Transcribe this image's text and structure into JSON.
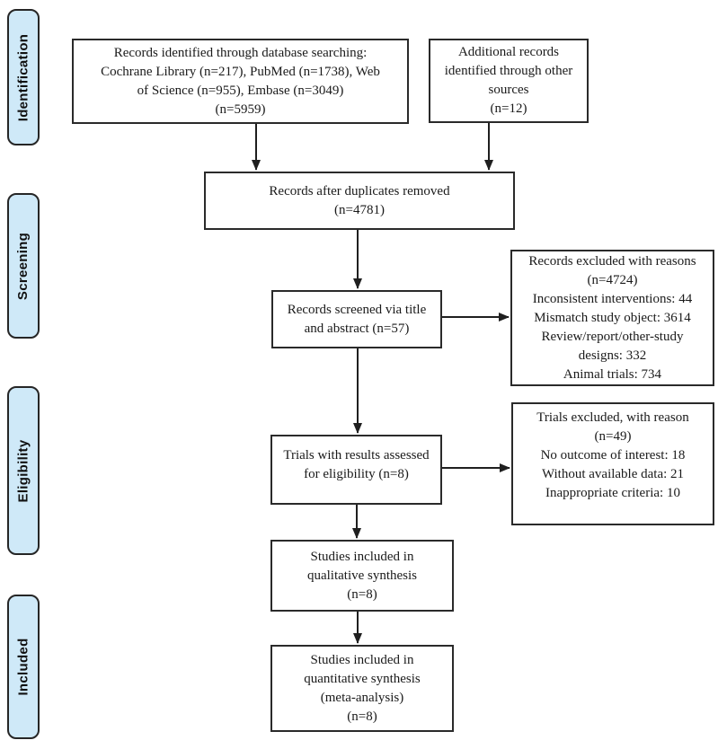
{
  "diagram_type": "PRISMA flow diagram",
  "colors": {
    "stage_label_fill": "#cfe9f8",
    "stage_label_border": "#262626",
    "box_border": "#2a2a2a",
    "arrow": "#1f1f1f",
    "text": "#1a1a1a"
  },
  "stages": {
    "identification": "Identification",
    "screening": "Screening",
    "eligibility": "Eligibility",
    "included": "Included"
  },
  "boxes": {
    "database_search": {
      "lines": [
        "Records identified through database searching:",
        "Cochrane Library (n=217), PubMed (n=1738), Web",
        "of Science (n=955), Embase (n=3049)",
        "(n=5959)"
      ]
    },
    "other_sources": {
      "lines": [
        "Additional records",
        "identified through other",
        "sources",
        "(n=12)"
      ]
    },
    "duplicates_removed": {
      "lines": [
        "Records after duplicates removed",
        "(n=4781)"
      ]
    },
    "records_screened": {
      "lines": [
        "Records screened via title",
        "and abstract (n=57)"
      ]
    },
    "records_excluded": {
      "lines": [
        "Records excluded with reasons",
        "(n=4724)",
        "Inconsistent interventions: 44",
        "Mismatch study object: 3614",
        "Review/report/other-study",
        "designs: 332",
        "Animal trials: 734"
      ]
    },
    "trials_assessed": {
      "lines": [
        "Trials with results assessed",
        "for eligibility (n=8)"
      ]
    },
    "trials_excluded": {
      "lines": [
        "Trials excluded, with reason",
        "(n=49)",
        "No outcome of interest: 18",
        "Without available data: 21",
        "Inappropriate criteria: 10"
      ]
    },
    "qualitative_synthesis": {
      "lines": [
        "Studies included in",
        "qualitative synthesis",
        "(n=8)"
      ]
    },
    "quantitative_synthesis": {
      "lines": [
        "Studies included in",
        "quantitative synthesis",
        "(meta-analysis)",
        "(n=8)"
      ]
    }
  }
}
